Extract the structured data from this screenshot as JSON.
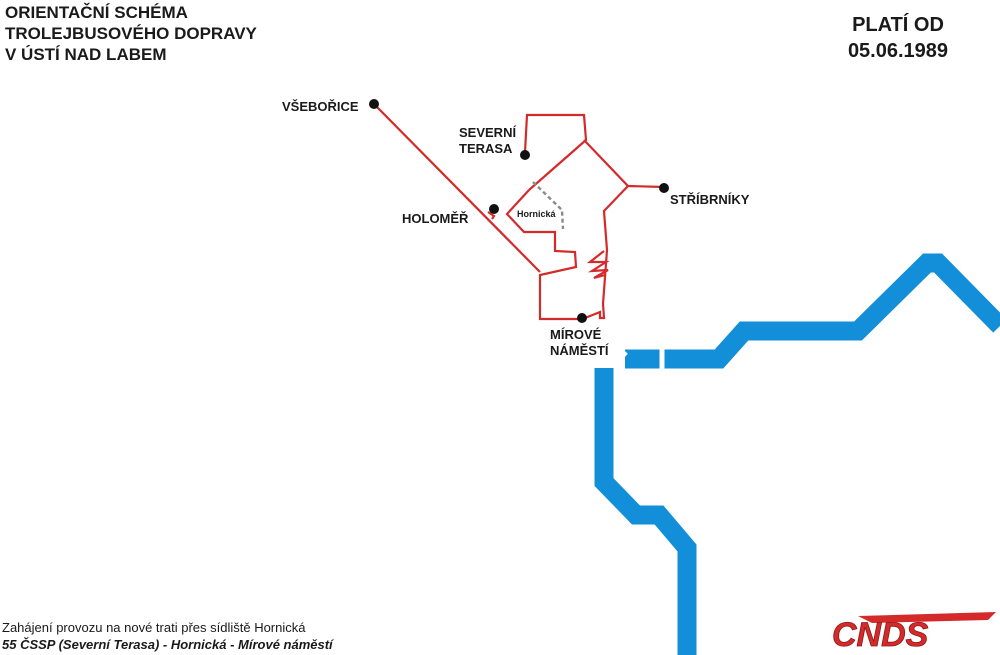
{
  "title": {
    "line1": "ORIENTAČNÍ SCHÉMA",
    "line2": "TROLEJBUSOVÉHO DOPRAVY",
    "line3": "V ÚSTÍ NAD LABEM"
  },
  "validity": {
    "line1": "PLATÍ OD",
    "line2": "05.06.1989"
  },
  "stops": {
    "vseborice": "VŠEBOŘICE",
    "severni_line1": "SEVERNÍ",
    "severni_line2": "TERASA",
    "holomer": "HOLOMĚŘ",
    "stribrniky": "STŘÍBRNÍKY",
    "mirove_line1": "MÍROVÉ",
    "mirove_line2": "NÁMĚSTÍ",
    "hornicka": "Hornická"
  },
  "footnote": {
    "line1": "Zahájení provozu na nové trati přes sídliště Hornická",
    "line2": "55 ČSSP (Severní Terasa) - Hornická - Mírové náměstí"
  },
  "logo_text": "CNDS",
  "colors": {
    "route": "#d42a2a",
    "river": "#138ed8",
    "stop": "#111111",
    "planned": "#8a8a8a",
    "logo": "#d42a2a"
  }
}
